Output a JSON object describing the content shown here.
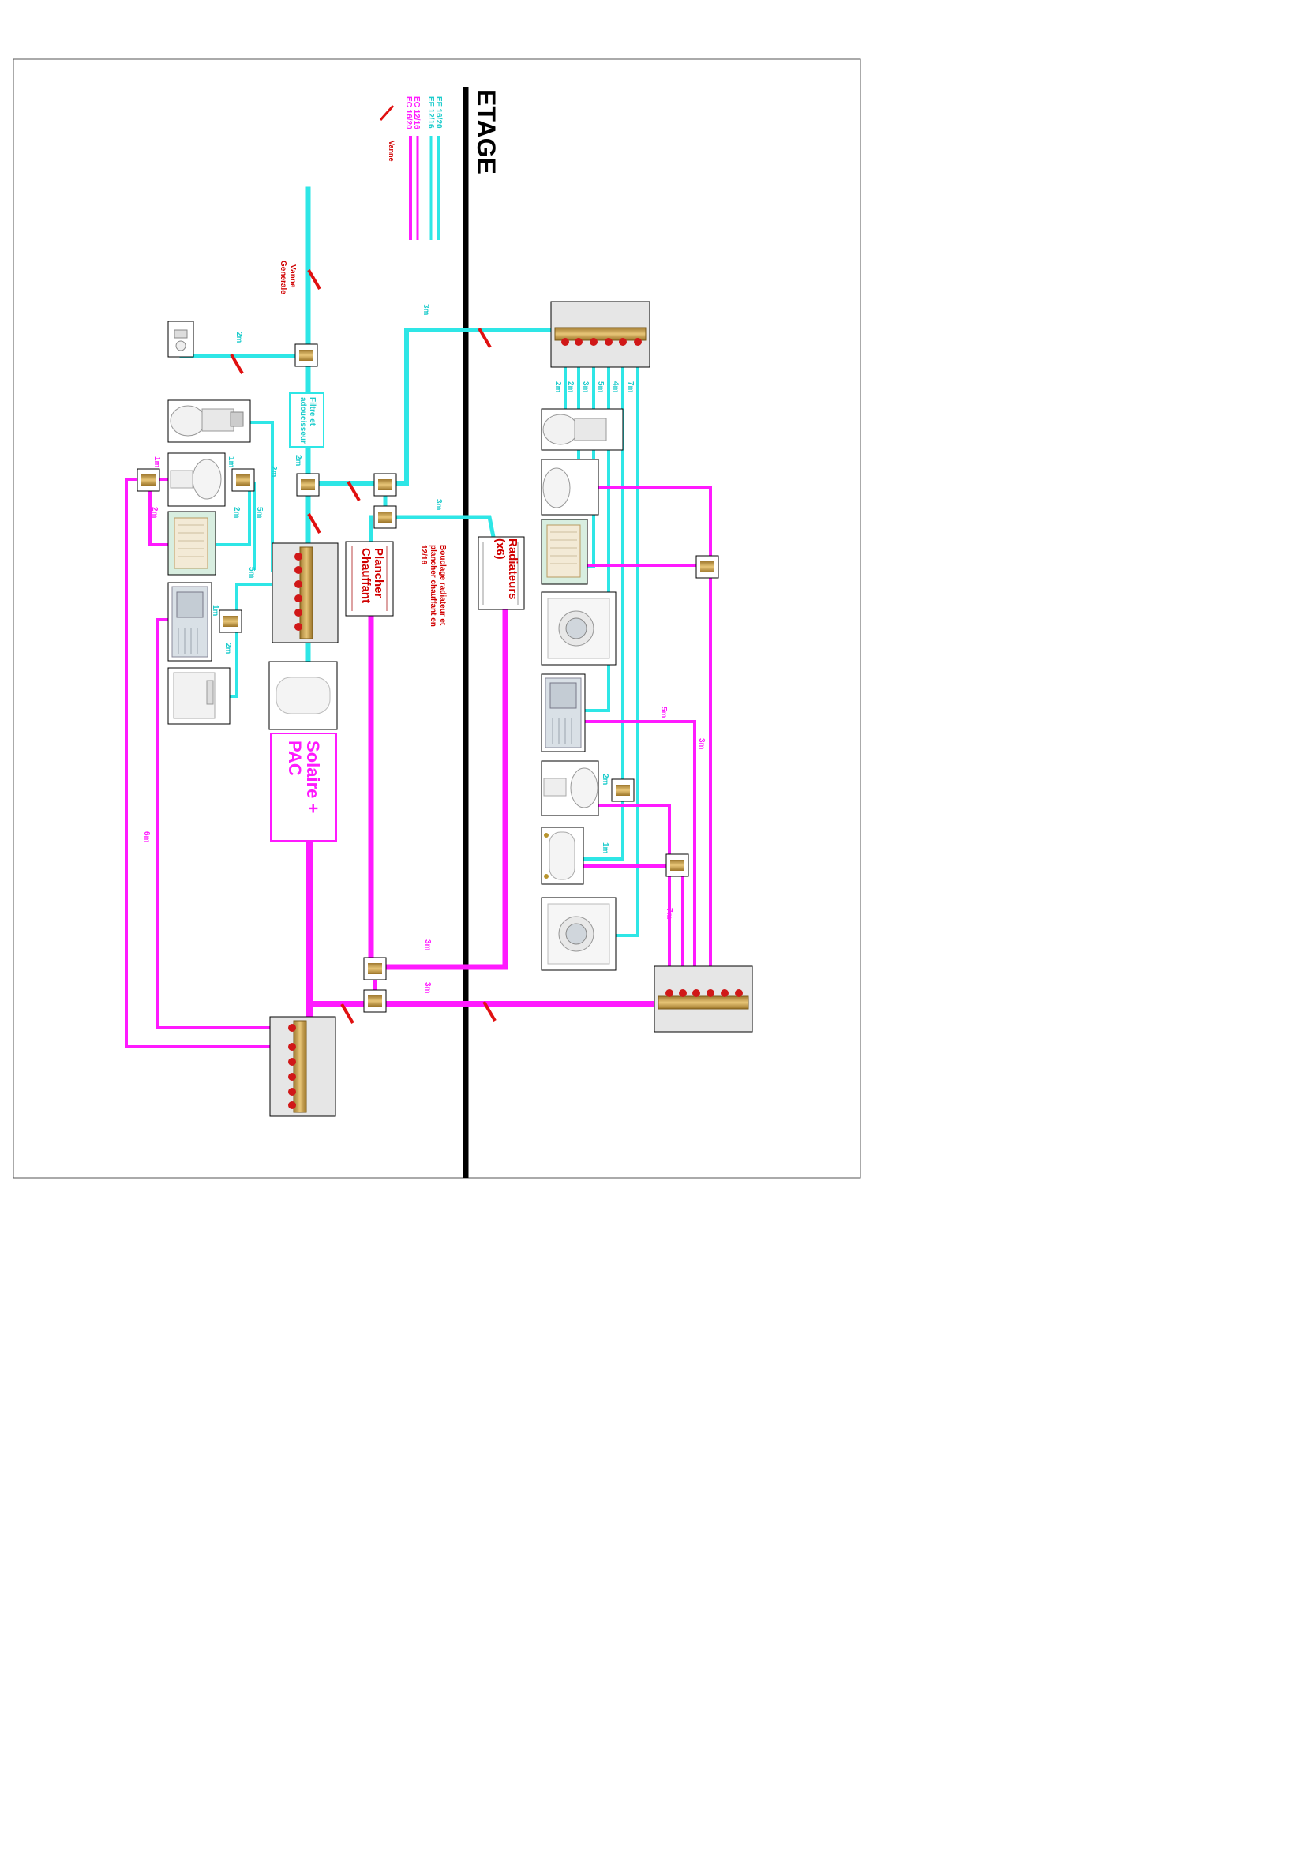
{
  "title": "ETAGE",
  "legend": {
    "items": [
      {
        "label": "EF 16/20",
        "color": "#2ee6e6"
      },
      {
        "label": "EF 12/16",
        "color": "#2ee6e6"
      },
      {
        "label": "EC 12/16",
        "color": "#ff1aff"
      },
      {
        "label": "EC 16/20",
        "color": "#ff1aff"
      }
    ],
    "valve_label": "Vanne"
  },
  "labels": {
    "vanne_generale": [
      "Vanne",
      "Generale"
    ],
    "filtre": [
      "Filtre et",
      "adoucisseur"
    ],
    "solaire": [
      "Solaire +",
      "PAC"
    ],
    "plancher": [
      "Plancher",
      "Chauffant"
    ],
    "radiateurs": [
      "Radiateurs",
      "(x6)"
    ],
    "bouclage": [
      "Bouclage radiateur et",
      "plancher chauffant en",
      "12/16"
    ]
  },
  "lengths": {
    "l_3m_top": "3m",
    "l_2m_outdoor": "2m",
    "l_2m_filter": "2m",
    "l_3m_mid": "3m",
    "l_2m_a": "2m",
    "l_1m_a": "1m",
    "l_2m_b": "2m",
    "l_5m_a": "5m",
    "l_1m_b": "1m",
    "l_2m_c": "2m",
    "l_2m_d": "2m",
    "l_5m_b": "5m",
    "l_1m_c": "1m",
    "l_2m_e": "2m",
    "l_6m": "6m",
    "l_3m_ret": "3m",
    "l_3m_bot": "3m",
    "u_2m_1": "2m",
    "u_2m_2": "2m",
    "u_3m": "3m",
    "u_5m": "5m",
    "u_4m": "4m",
    "u_7m": "7m",
    "u_5m_hot": "5m",
    "u_3m_hot": "3m",
    "u_2m_basin": "2m",
    "u_1m_bath": "1m",
    "u_7m_hot": "7m"
  },
  "colors": {
    "cold": "#2ee6e6",
    "hot": "#ff1aff",
    "valve": "#e01010",
    "text_red": "#d00000",
    "text_magenta": "#ff1aff",
    "text_cyan": "#1ecccc"
  }
}
